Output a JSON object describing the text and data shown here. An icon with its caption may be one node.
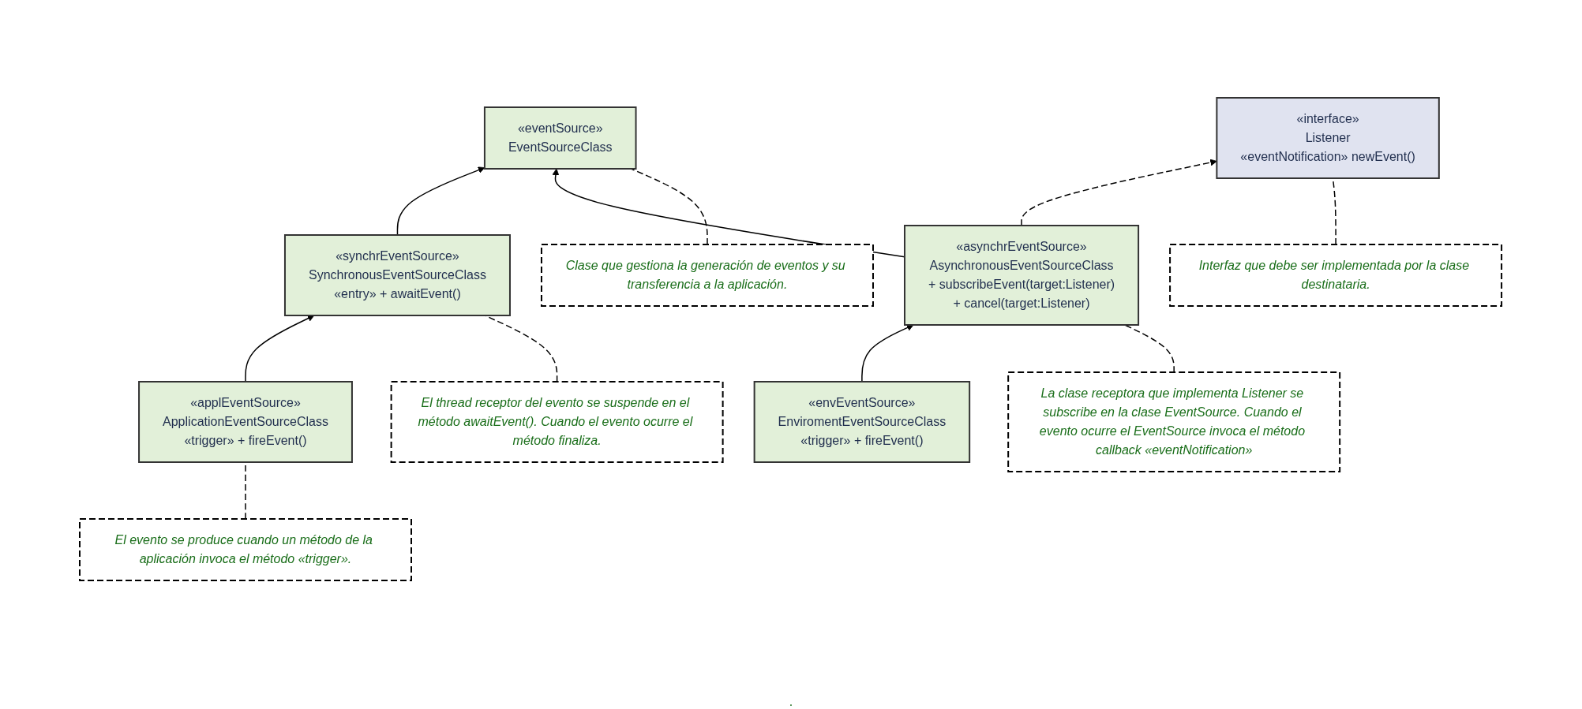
{
  "diagram": {
    "nodes": [
      {
        "text": [
          "«eventSource»",
          "EventSourceClass"
        ]
      },
      {
        "text": [
          "Clase que gestiona la generación de eventos y su transferencia a la aplicación."
        ]
      },
      {
        "text": [
          "El thread receptor del evento se suspende en el método awaitEvent(). Cuando el evento ocurre el método finaliza."
        ]
      },
      {
        "text": [
          "«synchrEventSource»",
          "SynchronousEventSourceClass",
          "«entry» + awaitEvent()"
        ]
      },
      {
        "text": [
          "«asynchrEventSource»",
          "AsynchronousEventSourceClass",
          "+ subscribeEvent(target:Listener)",
          "+ cancel(target:Listener)"
        ]
      },
      {
        "text": [
          "La clase receptora que implementa Listener se subscribe en la clase EventSource. Cuando el evento ocurre el EventSource invoca el método callback «eventNotification»"
        ]
      },
      {
        "text": [
          "«interface»",
          "Listener",
          "«eventNotification» newEvent()"
        ]
      },
      {
        "text": [
          "«applEventSource»",
          "ApplicationEventSourceClass",
          "«trigger» + fireEvent()"
        ]
      },
      {
        "text": [
          "«envEventSource»",
          "EnviromentEventSourceClass",
          "«trigger» + fireEvent()"
        ]
      },
      {
        "text": [
          "Interfaz que debe ser implementada por la clase destinataria."
        ]
      },
      {
        "text": [
          "El evento se produce cuando un método de la aplicación invoca el método «trigger»."
        ]
      }
    ],
    "edges": [
      {
        "from": 3,
        "to": 0,
        "arrow": "to"
      },
      {
        "from": 4,
        "to": 0,
        "arrow": "to"
      },
      {
        "from": 7,
        "to": 3,
        "arrow": "to"
      },
      {
        "from": 8,
        "to": 4,
        "arrow": "to"
      },
      {
        "from": 4,
        "to": 6,
        "arrow": "to",
        "style": "dashed"
      },
      {
        "from": 1,
        "to": 0,
        "arrow": "none",
        "style": "dashed"
      },
      {
        "from": 2,
        "to": 3,
        "arrow": "none",
        "style": "dashed"
      },
      {
        "from": 5,
        "to": 4,
        "arrow": "none",
        "style": "dashed"
      },
      {
        "from": 9,
        "to": 6,
        "arrow": "none",
        "style": "dashed"
      },
      {
        "from": 10,
        "to": 7,
        "arrow": "none",
        "style": "dashed"
      }
    ],
    "labels": [
      "."
    ]
  }
}
